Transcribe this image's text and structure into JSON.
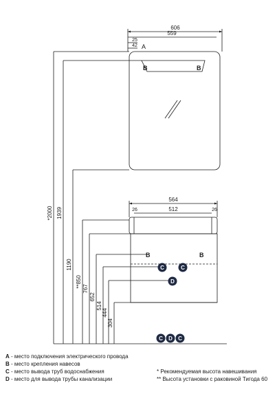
{
  "colors": {
    "line": "#1a1a1a",
    "marker_fill": "#1f2a44",
    "marker_text": "#ffffff"
  },
  "widths": {
    "mirror_outer": "606",
    "mirror_inner": "559",
    "cabinet_outer": "564",
    "cabinet_inner": "512",
    "cabinet_left_offset": "26",
    "cabinet_right_offset": "26",
    "mirror_top_small": "25",
    "mirror_top_small2": "42"
  },
  "heights": [
    {
      "key": "h2000",
      "label": "*2000"
    },
    {
      "key": "h1939",
      "label": "1939"
    },
    {
      "key": "h1190",
      "label": "1190"
    },
    {
      "key": "h850",
      "label": "**850"
    },
    {
      "key": "h767",
      "label": "767"
    },
    {
      "key": "h652",
      "label": "652"
    },
    {
      "key": "h514",
      "label": "514"
    },
    {
      "key": "h444",
      "label": "444"
    },
    {
      "key": "h304",
      "label": "304"
    }
  ],
  "markers": {
    "a": "A",
    "b_left": "B",
    "b_right": "B",
    "c_left": "C",
    "c_right": "C",
    "d": "D",
    "floor_c1": "C",
    "floor_d": "D",
    "floor_c2": "C"
  },
  "legend": {
    "a": {
      "letter": "A",
      "text": " - место подключения электрического провода"
    },
    "b": {
      "letter": "B",
      "text": " - место крепления навесов"
    },
    "c": {
      "letter": "C",
      "text": " - место вывода труб водоснабжения"
    },
    "d": {
      "letter": "D",
      "text": " - место для вывода трубы канализации"
    },
    "note1": "* Рекомендуемая высота навешивания",
    "note2": "** Высота установки с раковиной Тигода 60"
  }
}
